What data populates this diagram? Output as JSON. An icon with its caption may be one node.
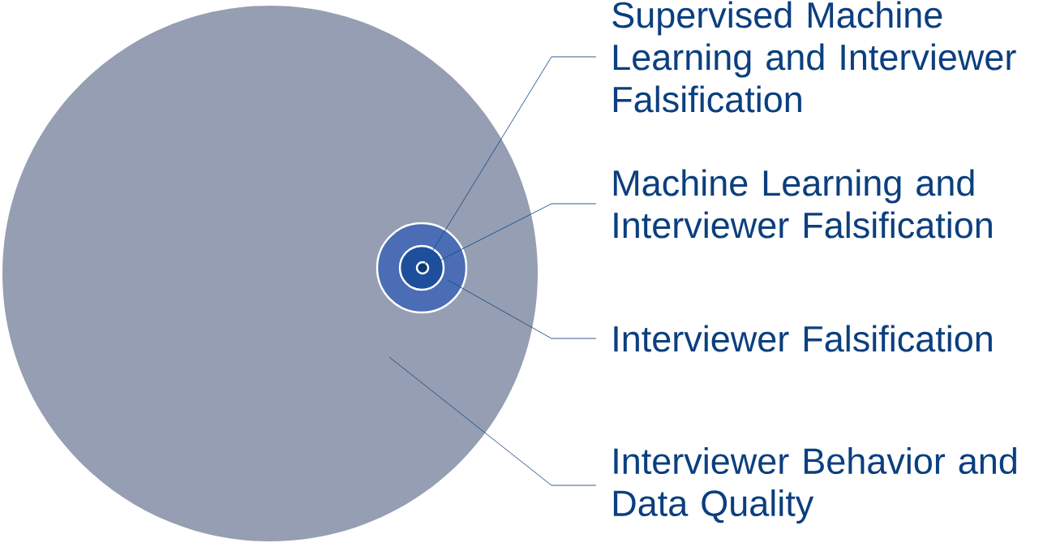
{
  "diagram": {
    "nodes": [
      {
        "text": [],
        "shape": "circle"
      },
      {
        "text": [],
        "shape": "circle",
        "in": 0
      },
      {
        "text": [],
        "shape": "circle",
        "in": 1
      },
      {
        "text": [],
        "shape": "circle",
        "in": 2
      },
      {
        "text": [
          "Supervised Machine Learning and Interviewer Falsification"
        ]
      },
      {
        "text": [
          "Machine Learning and Interviewer Falsification"
        ]
      },
      {
        "text": [
          "Interviewer Falsification"
        ]
      },
      {
        "text": [
          "Interviewer Behavior and Data Quality"
        ]
      }
    ],
    "edges": [
      {
        "from": 4,
        "to": 3,
        "arrow": "none"
      },
      {
        "from": 5,
        "to": 2,
        "arrow": "none"
      },
      {
        "from": 6,
        "to": 1,
        "arrow": "none"
      },
      {
        "from": 7,
        "to": 0,
        "arrow": "none"
      }
    ]
  }
}
